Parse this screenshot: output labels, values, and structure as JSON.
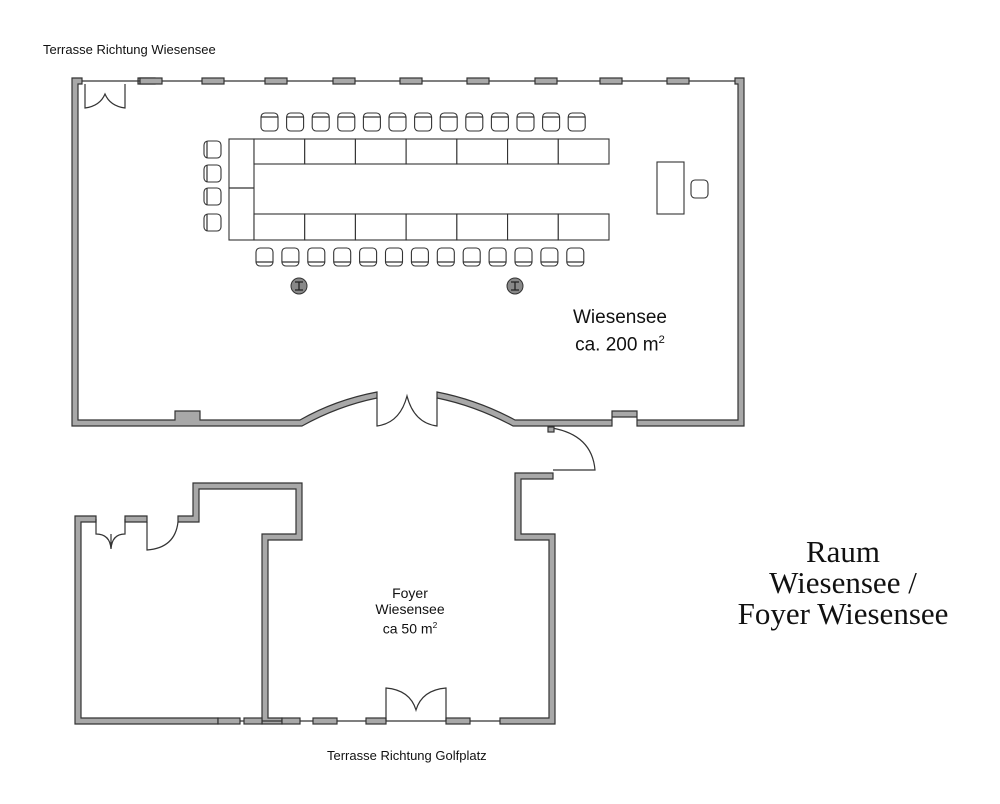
{
  "labels": {
    "terrace_top": "Terrasse Richtung Wiesensee",
    "terrace_bottom": "Terrasse Richtung Golfplatz",
    "room_name": "Wiesensee",
    "room_area": "ca. 200 m",
    "room_area_sup": "2",
    "foyer_line1": "Foyer",
    "foyer_line2": "Wiesensee",
    "foyer_area": "ca 50 m",
    "foyer_area_sup": "2"
  },
  "title": {
    "line1": "Raum",
    "line2": "Wiesensee /",
    "line3": "Foyer Wiesensee"
  },
  "colors": {
    "wall": "#a8a8a8",
    "outline": "#333333"
  }
}
